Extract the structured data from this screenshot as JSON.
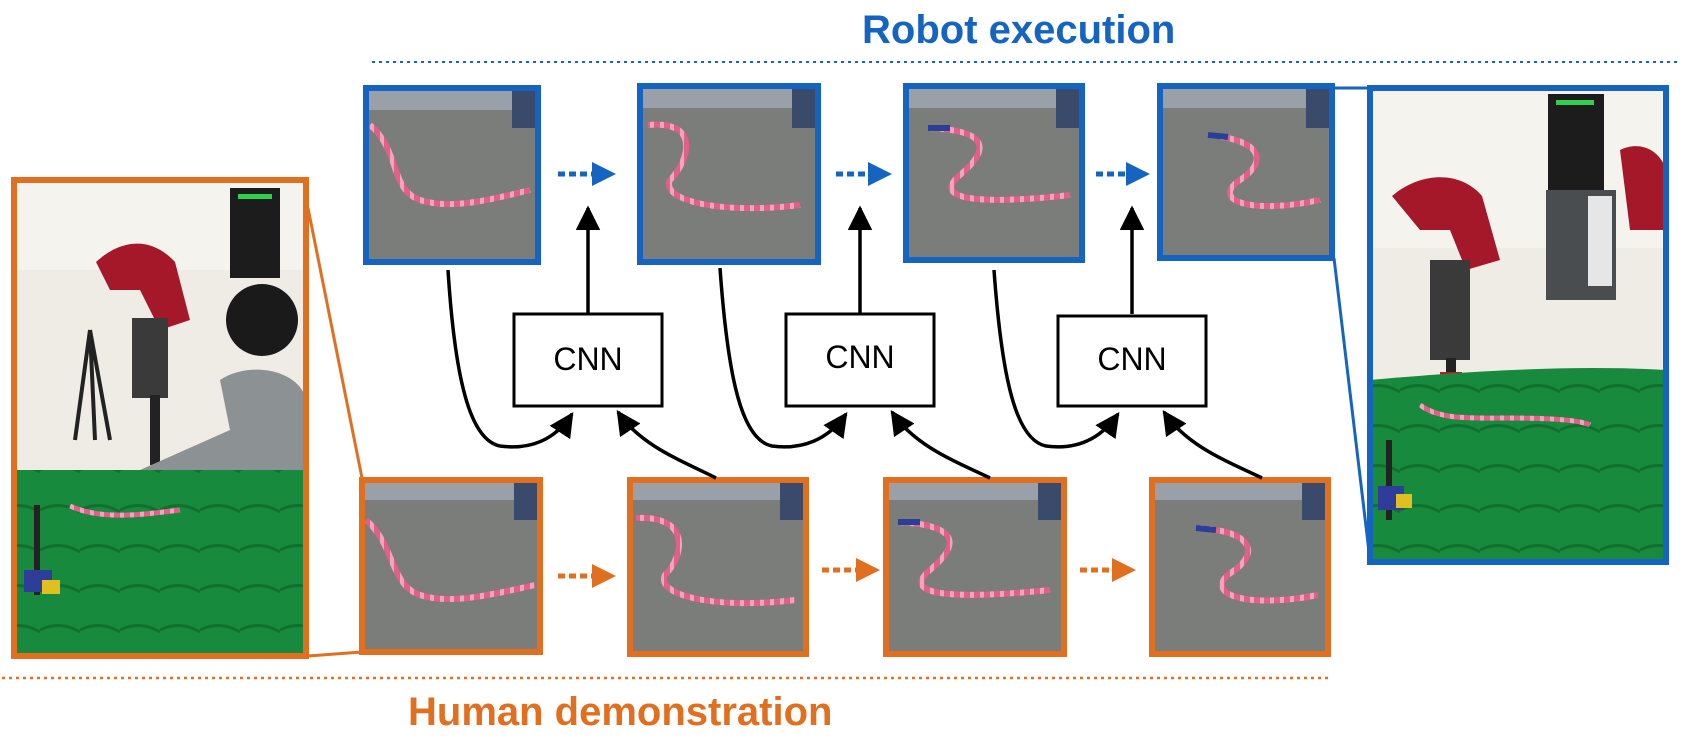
{
  "titles": {
    "robot": "Robot execution",
    "human": "Human demonstration"
  },
  "cnn": {
    "label": "CNN"
  },
  "colors": {
    "robot": "#1565c0",
    "human": "#e07020",
    "connector": "#000000",
    "table_gray": "#7a7d7a",
    "rope": "#e0608a",
    "cloth": "#16813a",
    "robot_red": "#a5182a"
  },
  "icons": [
    "rope-frame-image",
    "baxter-robot-photo",
    "human-demo-photo",
    "dotted-arrow",
    "curved-arrow"
  ]
}
